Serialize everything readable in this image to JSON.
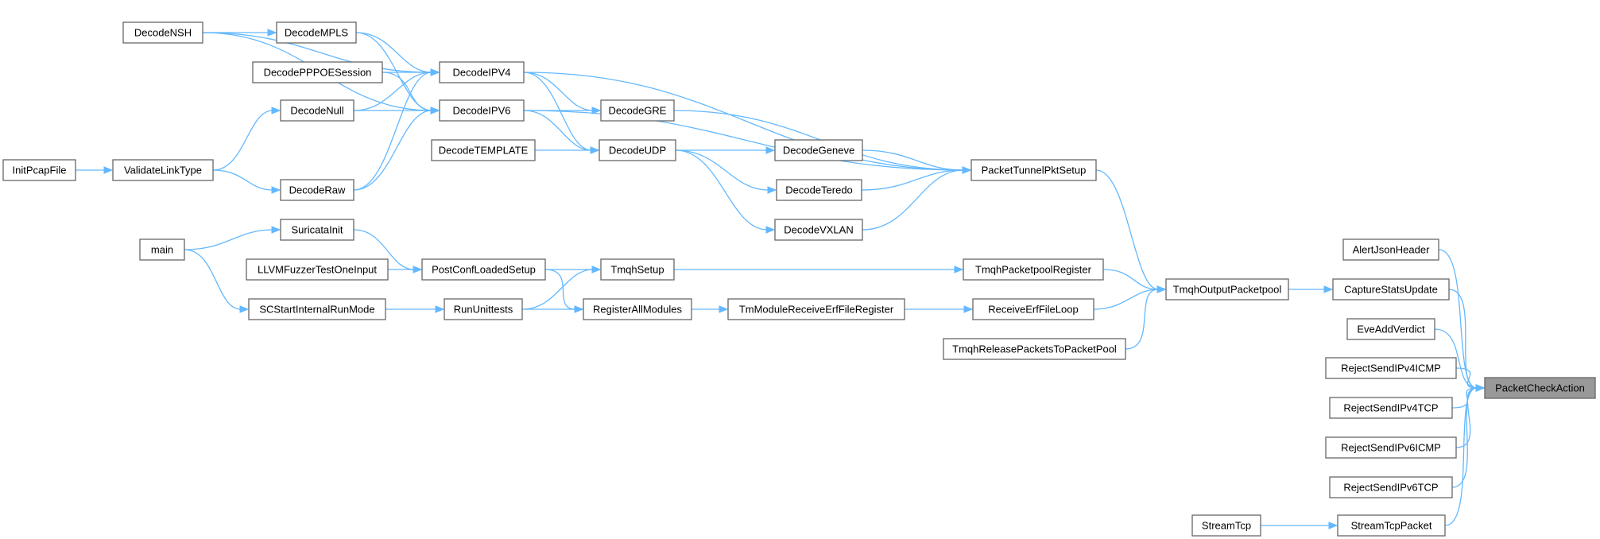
{
  "title": "",
  "colors": {
    "edge": "#63b8ff",
    "root_fill": "#999999",
    "node_border": "#666666"
  },
  "root": "PacketCheckAction",
  "nodes": [
    {
      "id": "PacketCheckAction",
      "label": "PacketCheckAction",
      "root": true
    },
    {
      "id": "AlertJsonHeader",
      "label": "AlertJsonHeader"
    },
    {
      "id": "CaptureStatsUpdate",
      "label": "CaptureStatsUpdate"
    },
    {
      "id": "EveAddVerdict",
      "label": "EveAddVerdict"
    },
    {
      "id": "RejectSendIPv4ICMP",
      "label": "RejectSendIPv4ICMP"
    },
    {
      "id": "RejectSendIPv4TCP",
      "label": "RejectSendIPv4TCP"
    },
    {
      "id": "RejectSendIPv6ICMP",
      "label": "RejectSendIPv6ICMP"
    },
    {
      "id": "RejectSendIPv6TCP",
      "label": "RejectSendIPv6TCP"
    },
    {
      "id": "StreamTcpPacket",
      "label": "StreamTcpPacket"
    },
    {
      "id": "StreamTcp",
      "label": "StreamTcp"
    },
    {
      "id": "TmqhOutputPacketpool",
      "label": "TmqhOutputPacketpool"
    },
    {
      "id": "PacketTunnelPktSetup",
      "label": "PacketTunnelPktSetup"
    },
    {
      "id": "TmqhPacketpoolRegister",
      "label": "TmqhPacketpoolRegister"
    },
    {
      "id": "ReceiveErfFileLoop",
      "label": "ReceiveErfFileLoop"
    },
    {
      "id": "TmqhReleasePacketsToPacketPool",
      "label": "TmqhReleasePacketsToPacketPool"
    },
    {
      "id": "DecodeGeneve",
      "label": "DecodeGeneve"
    },
    {
      "id": "DecodeTeredo",
      "label": "DecodeTeredo"
    },
    {
      "id": "DecodeVXLAN",
      "label": "DecodeVXLAN"
    },
    {
      "id": "TmModuleReceiveErfFileRegister",
      "label": "TmModuleReceiveErfFileRegister"
    },
    {
      "id": "TmqhSetup",
      "label": "TmqhSetup"
    },
    {
      "id": "RegisterAllModules",
      "label": "RegisterAllModules"
    },
    {
      "id": "DecodeGRE",
      "label": "DecodeGRE"
    },
    {
      "id": "DecodeUDP",
      "label": "DecodeUDP"
    },
    {
      "id": "DecodeIPV4",
      "label": "DecodeIPV4"
    },
    {
      "id": "DecodeIPV6",
      "label": "DecodeIPV6"
    },
    {
      "id": "DecodeTEMPLATE",
      "label": "DecodeTEMPLATE"
    },
    {
      "id": "PostConfLoadedSetup",
      "label": "PostConfLoadedSetup"
    },
    {
      "id": "RunUnittests",
      "label": "RunUnittests"
    },
    {
      "id": "DecodeMPLS",
      "label": "DecodeMPLS"
    },
    {
      "id": "DecodePPPOESession",
      "label": "DecodePPPOESession"
    },
    {
      "id": "DecodeNull",
      "label": "DecodeNull"
    },
    {
      "id": "DecodeRaw",
      "label": "DecodeRaw"
    },
    {
      "id": "SuricataInit",
      "label": "SuricataInit"
    },
    {
      "id": "LLVMFuzzerTestOneInput",
      "label": "LLVMFuzzerTestOneInput"
    },
    {
      "id": "SCStartInternalRunMode",
      "label": "SCStartInternalRunMode"
    },
    {
      "id": "DecodeNSH",
      "label": "DecodeNSH"
    },
    {
      "id": "ValidateLinkType",
      "label": "ValidateLinkType"
    },
    {
      "id": "main",
      "label": "main"
    },
    {
      "id": "InitPcapFile",
      "label": "InitPcapFile"
    }
  ],
  "edges": [
    [
      "AlertJsonHeader",
      "PacketCheckAction"
    ],
    [
      "CaptureStatsUpdate",
      "PacketCheckAction"
    ],
    [
      "EveAddVerdict",
      "PacketCheckAction"
    ],
    [
      "RejectSendIPv4ICMP",
      "PacketCheckAction"
    ],
    [
      "RejectSendIPv4TCP",
      "PacketCheckAction"
    ],
    [
      "RejectSendIPv6ICMP",
      "PacketCheckAction"
    ],
    [
      "RejectSendIPv6TCP",
      "PacketCheckAction"
    ],
    [
      "StreamTcpPacket",
      "PacketCheckAction"
    ],
    [
      "StreamTcp",
      "StreamTcpPacket"
    ],
    [
      "TmqhOutputPacketpool",
      "CaptureStatsUpdate"
    ],
    [
      "PacketTunnelPktSetup",
      "TmqhOutputPacketpool"
    ],
    [
      "TmqhPacketpoolRegister",
      "TmqhOutputPacketpool"
    ],
    [
      "ReceiveErfFileLoop",
      "TmqhOutputPacketpool"
    ],
    [
      "TmqhReleasePacketsToPacketPool",
      "TmqhOutputPacketpool"
    ],
    [
      "DecodeGeneve",
      "PacketTunnelPktSetup"
    ],
    [
      "DecodeTeredo",
      "PacketTunnelPktSetup"
    ],
    [
      "DecodeVXLAN",
      "PacketTunnelPktSetup"
    ],
    [
      "DecodeGRE",
      "PacketTunnelPktSetup"
    ],
    [
      "DecodeIPV4",
      "PacketTunnelPktSetup"
    ],
    [
      "DecodeIPV6",
      "PacketTunnelPktSetup"
    ],
    [
      "TmModuleReceiveErfFileRegister",
      "ReceiveErfFileLoop"
    ],
    [
      "TmqhSetup",
      "TmqhPacketpoolRegister"
    ],
    [
      "RegisterAllModules",
      "TmModuleReceiveErfFileRegister"
    ],
    [
      "DecodeUDP",
      "DecodeGeneve"
    ],
    [
      "DecodeUDP",
      "DecodeTeredo"
    ],
    [
      "DecodeUDP",
      "DecodeVXLAN"
    ],
    [
      "DecodeIPV4",
      "DecodeGRE"
    ],
    [
      "DecodeIPV6",
      "DecodeGRE"
    ],
    [
      "DecodeIPV4",
      "DecodeUDP"
    ],
    [
      "DecodeIPV6",
      "DecodeUDP"
    ],
    [
      "DecodeTEMPLATE",
      "DecodeUDP"
    ],
    [
      "PostConfLoadedSetup",
      "TmqhSetup"
    ],
    [
      "RunUnittests",
      "TmqhSetup"
    ],
    [
      "PostConfLoadedSetup",
      "RegisterAllModules"
    ],
    [
      "RunUnittests",
      "RegisterAllModules"
    ],
    [
      "DecodeNSH",
      "DecodeIPV4"
    ],
    [
      "DecodeMPLS",
      "DecodeIPV4"
    ],
    [
      "DecodePPPOESession",
      "DecodeIPV4"
    ],
    [
      "DecodeNull",
      "DecodeIPV4"
    ],
    [
      "DecodeRaw",
      "DecodeIPV4"
    ],
    [
      "DecodeNSH",
      "DecodeIPV6"
    ],
    [
      "DecodeMPLS",
      "DecodeIPV6"
    ],
    [
      "DecodePPPOESession",
      "DecodeIPV6"
    ],
    [
      "DecodeNull",
      "DecodeIPV6"
    ],
    [
      "DecodeRaw",
      "DecodeIPV6"
    ],
    [
      "DecodeNSH",
      "DecodeMPLS"
    ],
    [
      "ValidateLinkType",
      "DecodeNull"
    ],
    [
      "ValidateLinkType",
      "DecodeRaw"
    ],
    [
      "InitPcapFile",
      "ValidateLinkType"
    ],
    [
      "SuricataInit",
      "PostConfLoadedSetup"
    ],
    [
      "LLVMFuzzerTestOneInput",
      "PostConfLoadedSetup"
    ],
    [
      "SCStartInternalRunMode",
      "RunUnittests"
    ],
    [
      "main",
      "SuricataInit"
    ],
    [
      "main",
      "SCStartInternalRunMode"
    ]
  ]
}
